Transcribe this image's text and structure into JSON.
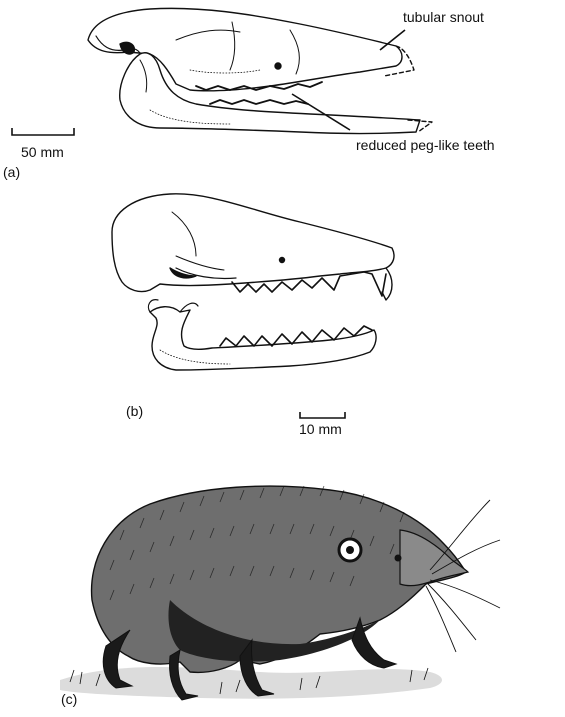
{
  "panels": {
    "a": {
      "label": "(a)",
      "scale_bar_label": "50 mm",
      "annotations": {
        "snout": "tubular snout",
        "teeth": "reduced peg-like teeth"
      }
    },
    "b": {
      "label": "(b)",
      "scale_bar_label": "10 mm"
    },
    "c": {
      "label": "(c)"
    }
  },
  "colors": {
    "ink": "#111111",
    "paper": "#ffffff"
  }
}
